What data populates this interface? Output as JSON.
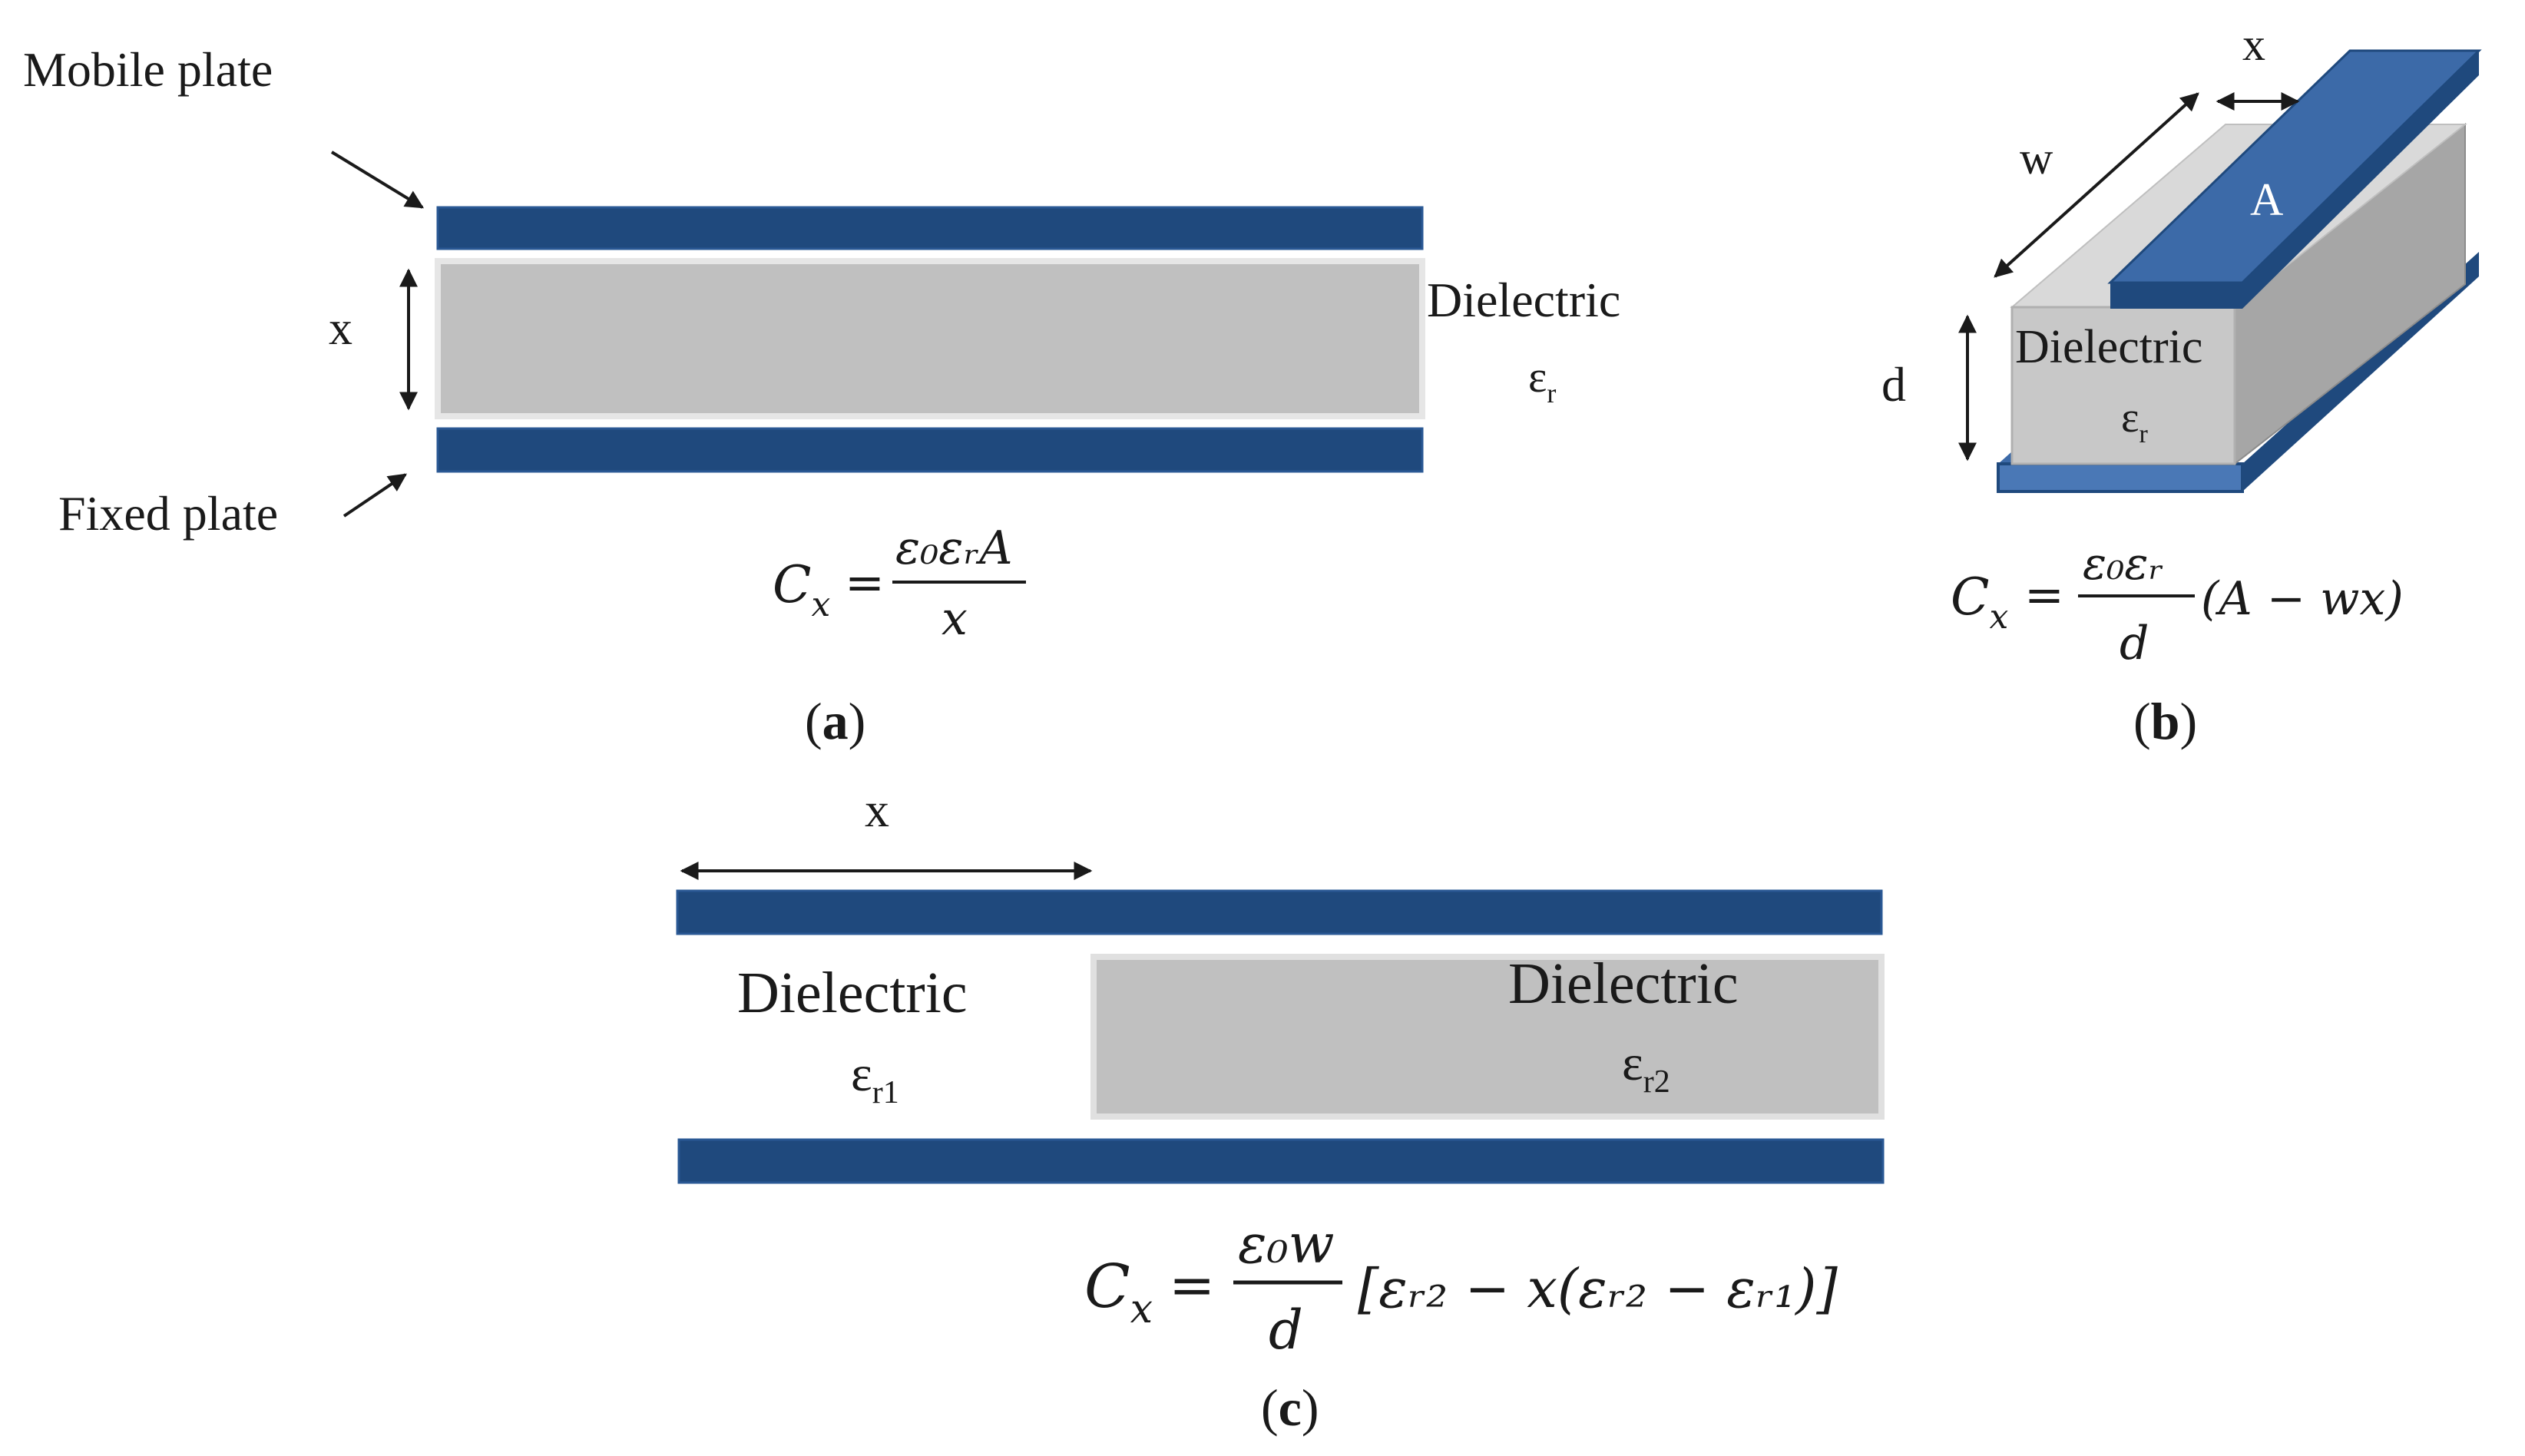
{
  "panel_a": {
    "mobile_plate_label": "Mobile plate",
    "fixed_plate_label": "Fixed plate",
    "gap_label": "x",
    "dielectric_label": "Dielectric",
    "permittivity_label": "ε",
    "permittivity_sub": "r",
    "formula": {
      "lhs": "C",
      "lhs_sub": "x",
      "eq": "=",
      "numerator": "ε₀εᵣA",
      "denominator": "x"
    },
    "caption_open": "(",
    "caption_letter": "a",
    "caption_close": ")"
  },
  "panel_b": {
    "width_label": "w",
    "overlap_label": "x",
    "area_label": "A",
    "thickness_label": "d",
    "dielectric_label": "Dielectric",
    "permittivity_label": "ε",
    "permittivity_sub": "r",
    "formula": {
      "lhs": "C",
      "lhs_sub": "x",
      "eq": "=",
      "numerator": "ε₀εᵣ",
      "denominator": "d",
      "tail": "(A − wx)"
    },
    "caption_open": "(",
    "caption_letter": "b",
    "caption_close": ")"
  },
  "panel_c": {
    "displacement_label": "x",
    "left_dielectric_label": "Dielectric",
    "left_permittivity_label": "ε",
    "left_permittivity_sub": "r1",
    "right_dielectric_label": "Dielectric",
    "right_permittivity_label": "ε",
    "right_permittivity_sub": "r2",
    "formula": {
      "lhs": "C",
      "lhs_sub": "x",
      "eq": "=",
      "numerator": "ε₀w",
      "denominator": "d",
      "tail": "[εᵣ₂ − x(εᵣ₂ − εᵣ₁)]"
    },
    "caption_open": "(",
    "caption_letter": "c",
    "caption_close": ")"
  },
  "colors": {
    "plate": "#1f497d",
    "plate_light": "#3c6aa8",
    "plate_edge": "#4a78b6",
    "dielectric": "#c0c0c0",
    "dielectric_top": "#d9d9d9",
    "dielectric_side": "#a6a6a6",
    "dielectric_edge": "#e8e8e8",
    "text": "#1a1a1a"
  }
}
